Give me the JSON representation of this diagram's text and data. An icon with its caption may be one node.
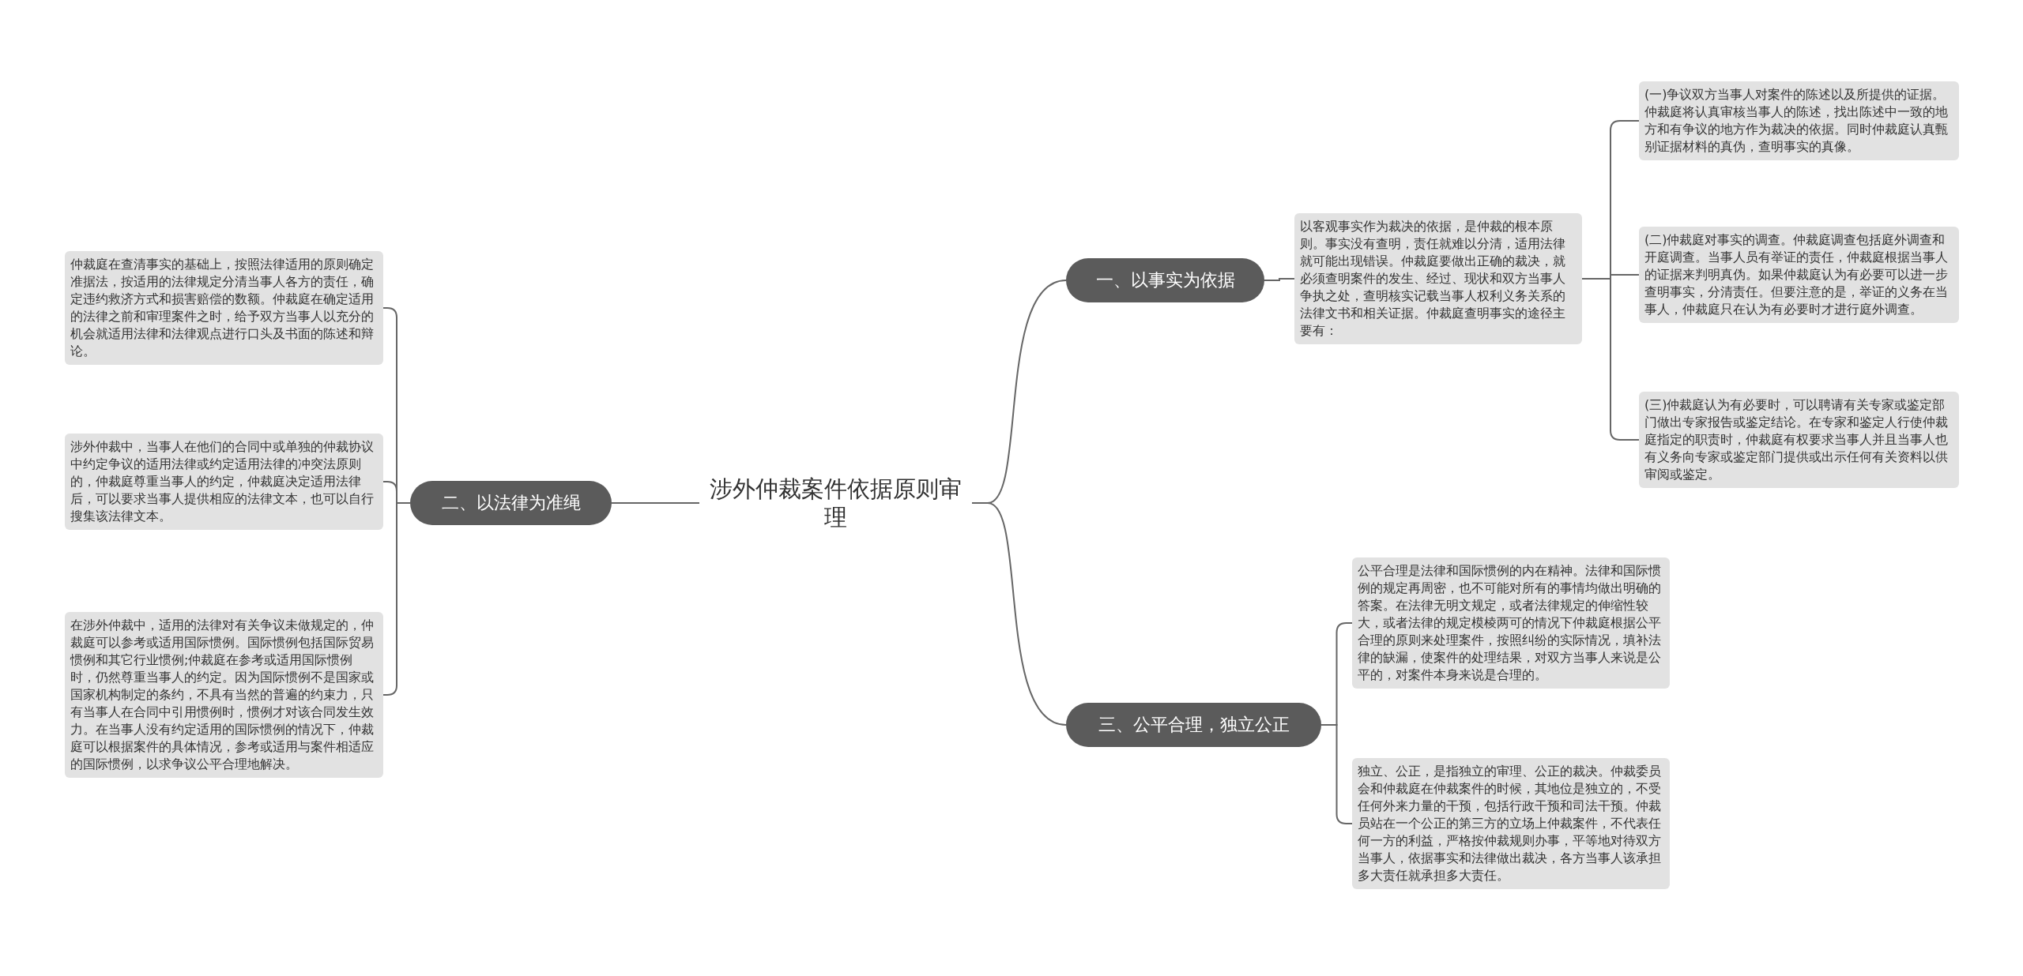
{
  "diagram": {
    "nodes": [
      {
        "text": [
          "涉外仲裁案件依据原则审理"
        ]
      },
      {
        "text": [
          "一、以事实为依据"
        ]
      },
      {
        "text": [
          "以客观事实作为裁决的依据，是仲裁的根本原则。事实没有查明，责任就难以分清，适用法律就可能出现错误。仲裁庭要做出正确的裁决，就必须查明案件的发生、经过、现状和双方当事人争执之处，查明核实记载当事人权利义务关系的法律文书和相关证据。仲裁庭查明事实的途径主要有："
        ]
      },
      {
        "text": [
          "(一)争议双方当事人对案件的陈述以及所提供的证据。仲裁庭将认真审核当事人的陈述，找出陈述中一致的地方和有争议的地方作为裁决的依据。同时仲裁庭认真甄别证据材料的真伪，查明事实的真像。"
        ]
      },
      {
        "text": [
          "(二)仲裁庭对事实的调查。仲裁庭调查包括庭外调查和开庭调查。当事人员有举证的责任，仲裁庭根据当事人的证据来判明真伪。如果仲裁庭认为有必要可以进一步查明事实，分清责任。但要注意的是，举证的义务在当事人，仲裁庭只在认为有必要时才进行庭外调查。"
        ]
      },
      {
        "text": [
          "(三)仲裁庭认为有必要时，可以聘请有关专家或鉴定部门做出专家报告或鉴定结论。在专家和鉴定人行使仲裁庭指定的职责时，仲裁庭有权要求当事人并且当事人也有义务向专家或鉴定部门提供或出示任何有关资料以供审阅或鉴定。"
        ]
      },
      {
        "text": [
          "二、以法律为准绳"
        ]
      },
      {
        "text": [
          "仲裁庭在查清事实的基础上，按照法律适用的原则确定准据法，按适用的法律规定分清当事人各方的责任，确定违约救济方式和损害赔偿的数额。仲裁庭在确定适用的法律之前和审理案件之时，给予双方当事人以充分的机会就适用法律和法律观点进行口头及书面的陈述和辩论。"
        ]
      },
      {
        "text": [
          "涉外仲裁中，当事人在他们的合同中或单独的仲裁协议中约定争议的适用法律或约定适用法律的冲突法原则的，仲裁庭尊重当事人的约定，仲裁庭决定适用法律后，可以要求当事人提供相应的法律文本，也可以自行搜集该法律文本。"
        ]
      },
      {
        "text": [
          "在涉外仲裁中，适用的法律对有关争议未做规定的，仲裁庭可以参考或适用国际惯例。国际惯例包括国际贸易惯例和其它行业惯例;仲裁庭在参考或适用国际惯例时，仍然尊重当事人的约定。因为国际惯例不是国家或国家机构制定的条约，不具有当然的普遍的约束力，只有当事人在合同中引用惯例时，惯例才对该合同发生效力。在当事人没有约定适用的国际惯例的情况下，仲裁庭可以根据案件的具体情况，参考或适用与案件相适应的国际惯例，以求争议公平合理地解决。"
        ]
      },
      {
        "text": [
          "三、公平合理，独立公正"
        ]
      },
      {
        "text": [
          "公平合理是法律和国际惯例的内在精神。法律和国际惯例的规定再周密，也不可能对所有的事情均做出明确的答案。在法律无明文规定，或者法律规定的伸缩性较大，或者法律的规定模棱两可的情况下仲裁庭根据公平合理的原则来处理案件，按照纠纷的实际情况，填补法律的缺漏，使案件的处理结果，对双方当事人来说是公平的，对案件本身来说是合理的。"
        ]
      },
      {
        "text": [
          "独立、公正，是指独立的审理、公正的裁决。仲裁委员会和仲裁庭在仲裁案件的时候，其地位是独立的，不受任何外来力量的干预，包括行政干预和司法干预。仲裁员站在一个公正的第三方的立场上仲裁案件，不代表任何一方的利益，严格按仲裁规则办事，平等地对待双方当事人，依据事实和法律做出裁决，各方当事人该承担多大责任就承担多大责任。"
        ]
      }
    ],
    "edges": [
      {
        "from": 0,
        "to": 1,
        "arrow": "none"
      },
      {
        "from": 1,
        "to": 2,
        "arrow": "none"
      },
      {
        "from": 2,
        "to": 3,
        "arrow": "none"
      },
      {
        "from": 2,
        "to": 4,
        "arrow": "none"
      },
      {
        "from": 2,
        "to": 5,
        "arrow": "none"
      },
      {
        "from": 0,
        "to": 6,
        "arrow": "none"
      },
      {
        "from": 6,
        "to": 7,
        "arrow": "none"
      },
      {
        "from": 6,
        "to": 8,
        "arrow": "none"
      },
      {
        "from": 6,
        "to": 9,
        "arrow": "none"
      },
      {
        "from": 0,
        "to": 10,
        "arrow": "none"
      },
      {
        "from": 10,
        "to": 11,
        "arrow": "none"
      },
      {
        "from": 10,
        "to": 12,
        "arrow": "none"
      }
    ]
  }
}
